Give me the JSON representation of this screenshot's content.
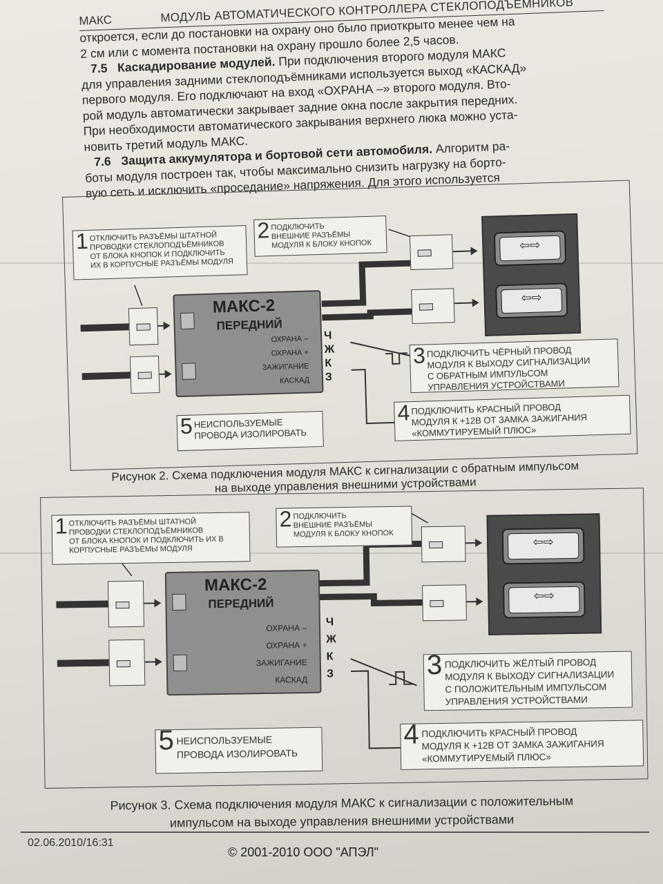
{
  "header": {
    "left": "МАКС",
    "right": "МОДУЛЬ АВТОМАТИЧЕСКОГО КОНТРОЛЛЕРА СТЕКЛОПОДЪЁМНИКОВ"
  },
  "text": {
    "l1": "откроется, если до постановки на охрану оно было приоткрыто менее чем на",
    "l2": "2 см или с момента постановки на охрану прошло более 2,5 часов.",
    "s75_num": "7.5",
    "s75_title": "Каскадирование модулей.",
    "l3_rest": "При подключения второго модуля МАКС",
    "l4": "для управления задними стеклоподъёмниками используется выход «КАСКАД»",
    "l5": "первого модуля. Его подключают на вход «ОХРАНА –» второго модуля. Вто-",
    "l6": "рой модуль автоматически закрывает задние окна после закрытия передних.",
    "l7": "При необходимости автоматического закрывания верхнего люка можно уста-",
    "l8": "новить третий модуль МАКС.",
    "s76_num": "7.6",
    "s76_title": "Защита аккумулятора и бортовой сети автомобиля.",
    "l9_rest": "Алгоритм ра-",
    "l10": "боты модуля построен так, чтобы максимально снизить нагрузку на борто-",
    "l11": "вую сеть и исключить «проседание» напряжения. Для этого используется"
  },
  "fig2": {
    "note1": "ОТКЛЮЧИТЬ РАЗЪЁМЫ ШТАТНОЙ\nПРОВОДКИ СТЕКЛОПОДЪЁМНИКОВ\nОТ БЛОКА КНОПОК И ПОДКЛЮЧИТЬ\nИХ В КОРПУСНЫЕ РАЗЪЁМЫ МОДУЛЯ",
    "note2": "ПОДКЛЮЧИТЬ\nВНЕШНИЕ РАЗЪЁМЫ\nМОДУЛЯ К БЛОКУ КНОПОК",
    "note3": "ПОДКЛЮЧИТЬ ЧЁРНЫЙ ПРОВОД\nМОДУЛЯ К ВЫХОДУ СИГНАЛИЗАЦИИ\nС ОБРАТНЫМ ИМПУЛЬСОМ\nУПРАВЛЕНИЯ УСТРОЙСТВАМИ",
    "note4": "ПОДКЛЮЧИТЬ КРАСНЫЙ ПРОВОД\nМОДУЛЯ К +12В ОТ ЗАМКА ЗАЖИГАНИЯ\n«КОММУТИРУЕМЫЙ ПЛЮС»",
    "note5": "НЕИСПОЛЬЗУЕМЫЕ\nПРОВОДА ИЗОЛИРОВАТЬ",
    "caption1": "Рисунок 2. Схема подключения модуля МАКС к сигнализации с обратным импульсом",
    "caption2": "на выходе управления внешними устройствами"
  },
  "fig3": {
    "note1": "ОТКЛЮЧИТЬ РАЗЪЁМЫ ШТАТНОЙ\nПРОВОДКИ СТЕКЛОПОДЪЁМНИКОВ\nОТ БЛОКА КНОПОК И ПОДКЛЮЧИТЬ ИХ В\nКОРПУСНЫЕ РАЗЪЁМЫ МОДУЛЯ",
    "note2": "ПОДКЛЮЧИТЬ\nВНЕШНИЕ РАЗЪЁМЫ\nМОДУЛЯ К БЛОКУ КНОПОК",
    "note3": "ПОДКЛЮЧИТЬ ЖЁЛТЫЙ ПРОВОД\nМОДУЛЯ К ВЫХОДУ СИГНАЛИЗАЦИИ\nС ПОЛОЖИТЕЛЬНЫМ ИМПУЛЬСОМ\nУПРАВЛЕНИЯ УСТРОЙСТВАМИ",
    "note4": "ПОДКЛЮЧИТЬ КРАСНЫЙ ПРОВОД\nМОДУЛЯ К +12В ОТ ЗАМКА ЗАЖИГАНИЯ\n«КОММУТИРУЕМЫЙ ПЛЮС»",
    "note5": "НЕИСПОЛЬЗУЕМЫЕ\nПРОВОДА ИЗОЛИРОВАТЬ",
    "caption1": "Рисунок 3. Схема подключения модуля МАКС к сигнализации с положительным",
    "caption2": "импульсом на выходе управления внешними устройствами"
  },
  "module": {
    "title": "МАКС-2",
    "subtitle": "ПЕРЕДНИЙ",
    "pin1": "ОХРАНА –",
    "pin2": "ОХРАНА +",
    "pin3": "ЗАЖИГАНИЕ",
    "pin4": "КАСКАД",
    "wire1": "Ч",
    "wire2": "Ж",
    "wire3": "К",
    "wire4": "З",
    "button_glyph": "⇦⇨"
  },
  "notes_numbers": [
    "1",
    "2",
    "3",
    "4",
    "5"
  ],
  "footer": {
    "date": "02.06.2010/16:31",
    "copyright": "© 2001-2010 ООО \"АПЭЛ\""
  }
}
